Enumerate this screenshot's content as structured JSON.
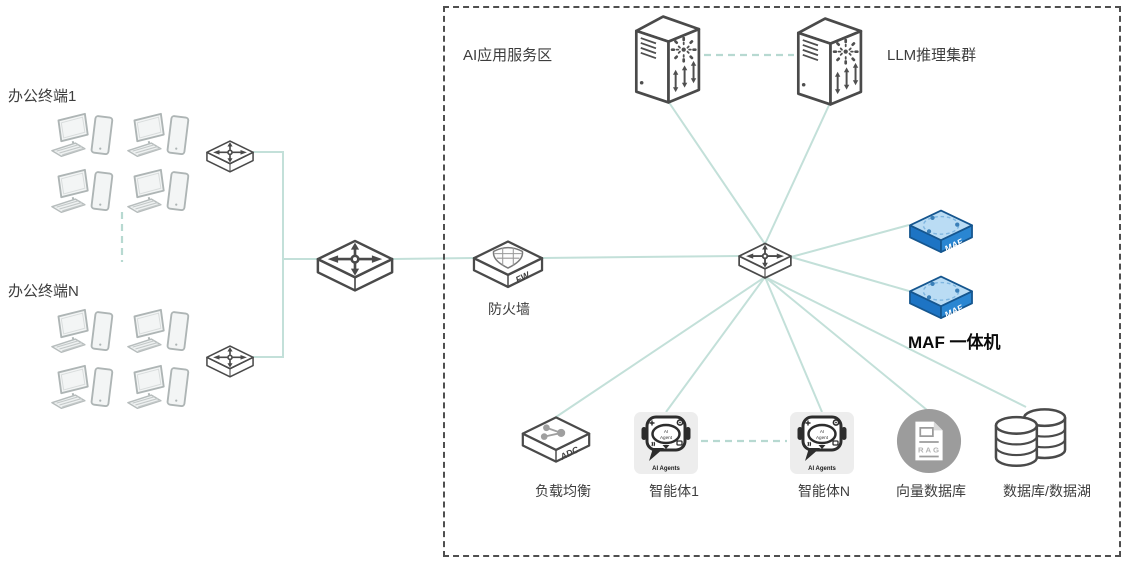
{
  "zone": {
    "label": "AI应用服务区"
  },
  "nodes": {
    "office1": {
      "label": "办公终端1"
    },
    "officeN": {
      "label": "办公终端N"
    },
    "firewall": {
      "label": "防火墙",
      "badge": "FW"
    },
    "llm_cluster": {
      "label": "LLM推理集群"
    },
    "maf": {
      "label": "MAF 一体机",
      "badge": "MAF"
    },
    "load_balancer": {
      "label": "负载均衡",
      "badge": "ADC"
    },
    "agent1": {
      "label": "智能体1"
    },
    "agentN": {
      "label": "智能体N"
    },
    "agent_icon": {
      "face_line1": "AI",
      "face_line2": "Agent",
      "caption": "AI Agents"
    },
    "vector_db": {
      "label": "向量数据库",
      "badge": "RAG"
    },
    "data_lake": {
      "label": "数据库/数据湖"
    }
  },
  "icons": {
    "switch-icon": "isometric box with four-way arrows",
    "firewall-icon": "isometric box with shield and FW",
    "server-icon": "tower server with fan and arrows",
    "maf-icon": "blue isometric appliance box",
    "adc-icon": "isometric box with node cluster",
    "ai-agent-icon": "robot chat-bubble head",
    "rag-icon": "gray circle with document",
    "database-icon": "double cylinder stack",
    "terminal-icon": "desktop computer with phone"
  },
  "colors": {
    "connection": "#c3e0d9",
    "zone_border": "#4f4f4f",
    "icon_outline": "#4a4a4a",
    "maf_face": "#2480cb",
    "maf_top": "#badcf4",
    "rag_gray": "#9c9c9c"
  }
}
